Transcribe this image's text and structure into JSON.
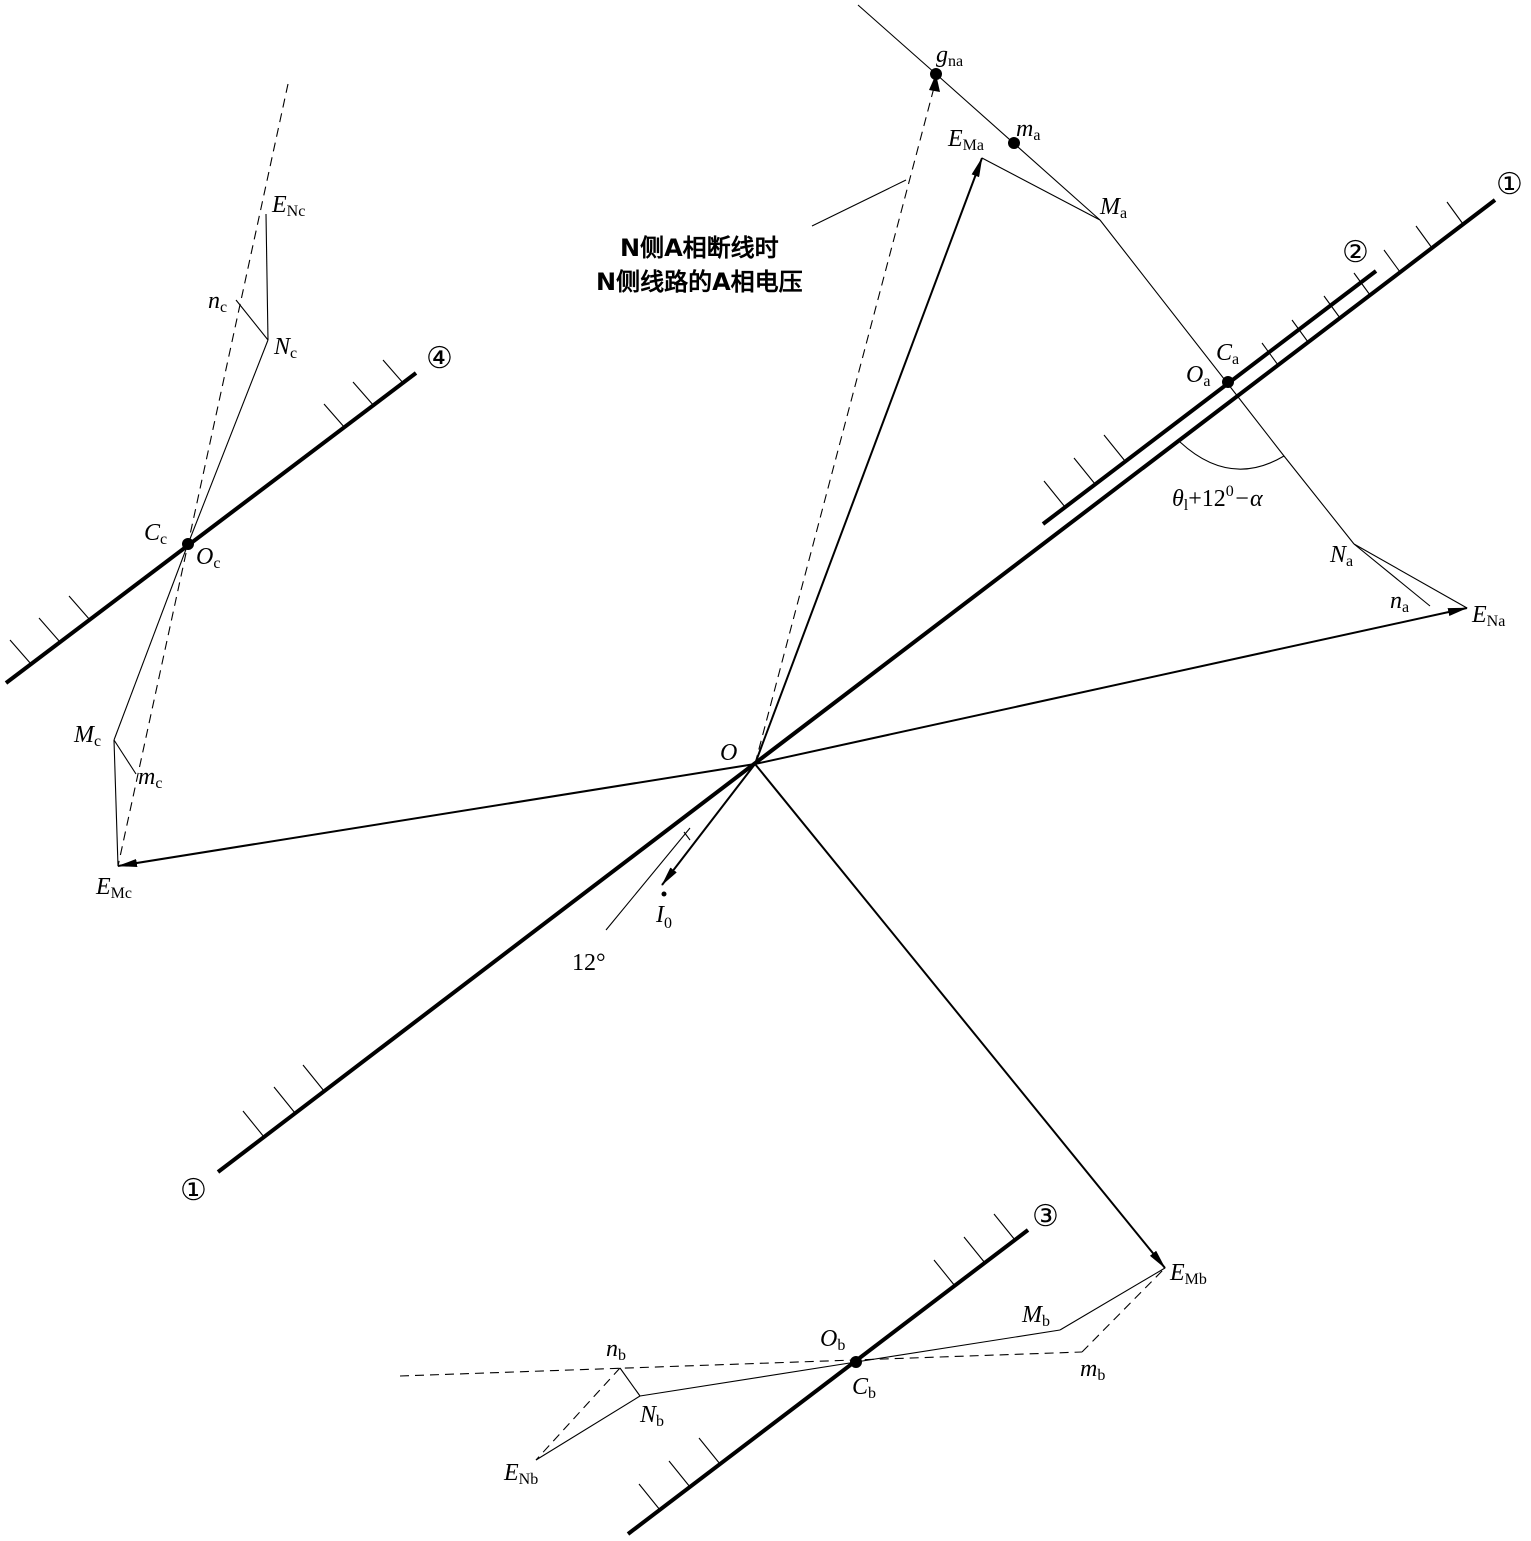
{
  "labels": {
    "O": "O",
    "g_na": {
      "main": "g",
      "sub": "na"
    },
    "m_a": {
      "main": "m",
      "sub": "a"
    },
    "E_Ma": {
      "main": "E",
      "sub": "Ma"
    },
    "M_a": {
      "main": "M",
      "sub": "a"
    },
    "C_a": {
      "main": "C",
      "sub": "a"
    },
    "O_a": {
      "main": "O",
      "sub": "a"
    },
    "N_a": {
      "main": "N",
      "sub": "a"
    },
    "n_a": {
      "main": "n",
      "sub": "a"
    },
    "E_Na": {
      "main": "E",
      "sub": "Na"
    },
    "E_Nc": {
      "main": "E",
      "sub": "Nc"
    },
    "n_c": {
      "main": "n",
      "sub": "c"
    },
    "N_c": {
      "main": "N",
      "sub": "c"
    },
    "C_c": {
      "main": "C",
      "sub": "c"
    },
    "O_c": {
      "main": "O",
      "sub": "c"
    },
    "M_c": {
      "main": "M",
      "sub": "c"
    },
    "m_c": {
      "main": "m",
      "sub": "c"
    },
    "E_Mc": {
      "main": "E",
      "sub": "Mc"
    },
    "I_0": {
      "main": "I",
      "sub": "0"
    },
    "angle_12": "12°",
    "E_Mb": {
      "main": "E",
      "sub": "Mb"
    },
    "M_b": {
      "main": "M",
      "sub": "b"
    },
    "m_b": {
      "main": "m",
      "sub": "b"
    },
    "O_b": {
      "main": "O",
      "sub": "b"
    },
    "C_b": {
      "main": "C",
      "sub": "b"
    },
    "n_b": {
      "main": "n",
      "sub": "b"
    },
    "N_b": {
      "main": "N",
      "sub": "b"
    },
    "E_Nb": {
      "main": "E",
      "sub": "Nb"
    },
    "theta_expr": {
      "theta": "θ",
      "sub": "l",
      "mid": "+12",
      "sup": "0",
      "tail": "−α"
    }
  },
  "boundary_markers": {
    "line1_top": "①",
    "line1_bottom": "①",
    "line2": "②",
    "line3": "③",
    "line4": "④"
  },
  "annotation": {
    "line1": "N侧A相断线时",
    "line2": "N侧线路的A相电压"
  }
}
